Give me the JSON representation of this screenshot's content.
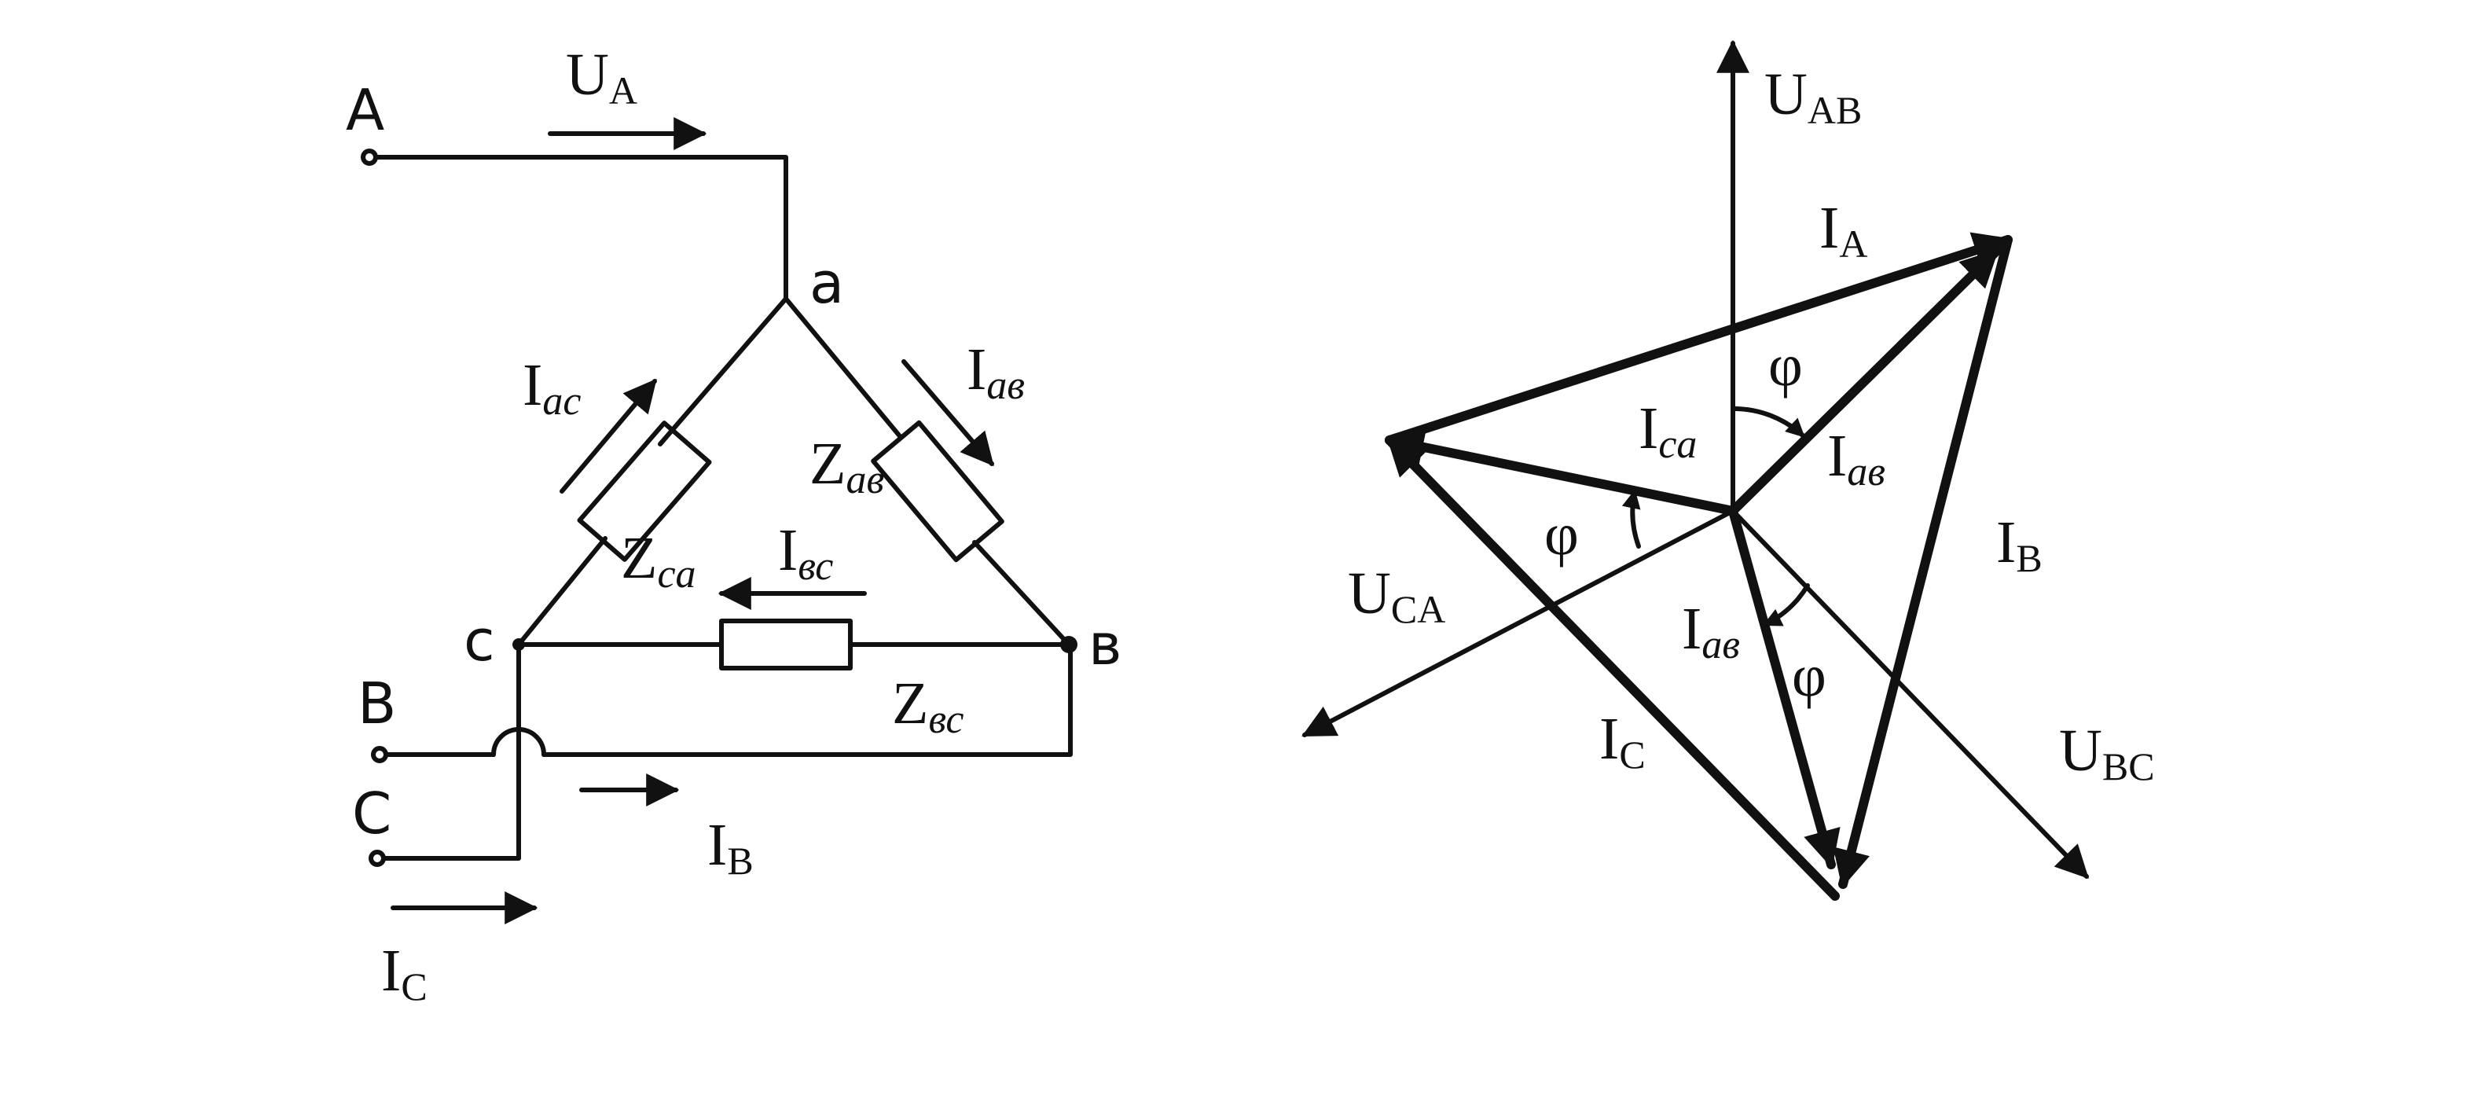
{
  "circuit": {
    "terminals": {
      "a_term": "A",
      "b_term": "B",
      "c_term": "C"
    },
    "nodes": {
      "a": "a",
      "b": "в",
      "c": "c"
    },
    "ua": {
      "main": "U",
      "sub": "A"
    },
    "iac": {
      "main": "I",
      "sub": "ac"
    },
    "iab": {
      "main": "I",
      "sub": "ав"
    },
    "zab": {
      "main": "Z",
      "sub": "ав"
    },
    "zca": {
      "main": "Z",
      "sub": "ca"
    },
    "ibc": {
      "main": "I",
      "sub": "вс"
    },
    "zbc": {
      "main": "Z",
      "sub": "вс"
    },
    "ib": {
      "main": "I",
      "sub": "B"
    },
    "ic": {
      "main": "I",
      "sub": "C"
    }
  },
  "phasor": {
    "uab": {
      "main": "U",
      "sub": "AB"
    },
    "ia": {
      "main": "I",
      "sub": "A"
    },
    "phi": "φ",
    "ica": {
      "main": "I",
      "sub": "ca"
    },
    "iab_upper": {
      "main": "I",
      "sub": "ав"
    },
    "ib": {
      "main": "I",
      "sub": "B"
    },
    "uca": {
      "main": "U",
      "sub": "CA"
    },
    "iab_lower": {
      "main": "I",
      "sub": "ав"
    },
    "ic": {
      "main": "I",
      "sub": "C"
    },
    "ubc": {
      "main": "U",
      "sub": "BC"
    }
  },
  "colors": {
    "ink": "#111111",
    "background": "#ffffff"
  }
}
